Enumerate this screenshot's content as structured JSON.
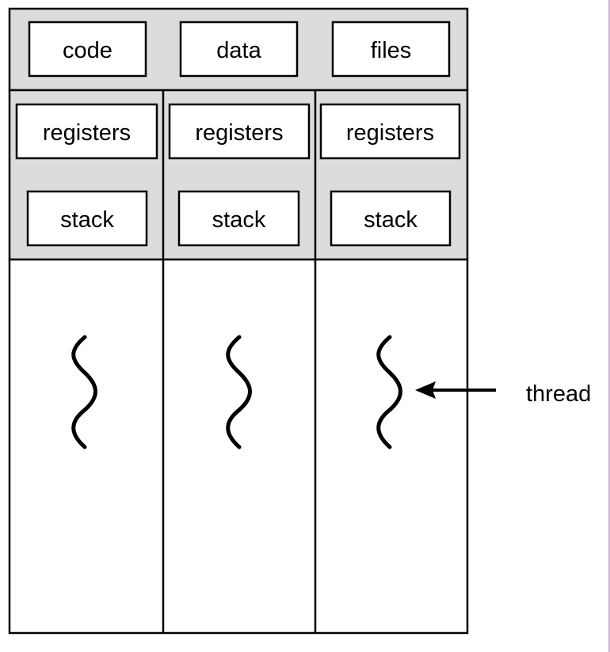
{
  "shared": {
    "code_label": "code",
    "data_label": "data",
    "files_label": "files"
  },
  "threads": [
    {
      "registers_label": "registers",
      "stack_label": "stack"
    },
    {
      "registers_label": "registers",
      "stack_label": "stack"
    },
    {
      "registers_label": "registers",
      "stack_label": "stack"
    }
  ],
  "annotation": {
    "thread_label": "thread"
  },
  "colors": {
    "shaded_background": "#dcdcdc",
    "line": "#000000",
    "box_fill": "#ffffff",
    "side_rule": "#c9b6cf"
  },
  "icons": {
    "thread": "squiggle-thread-icon",
    "pointer": "arrow-left-icon"
  }
}
